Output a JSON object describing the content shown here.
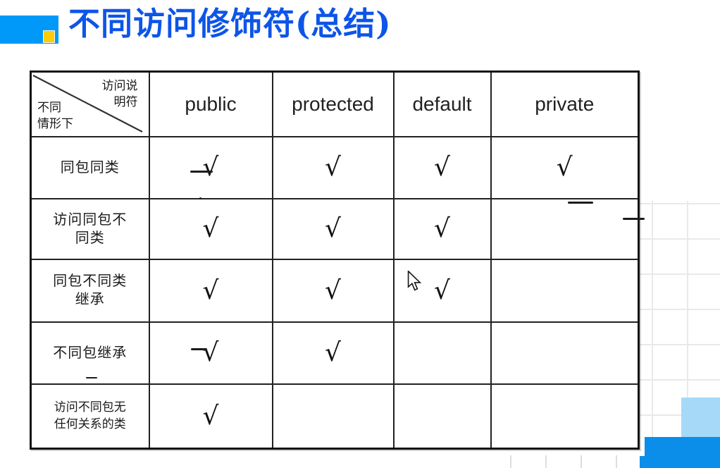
{
  "title": {
    "main": "不同访问修饰符",
    "paren": "(总结)"
  },
  "table": {
    "corner": {
      "top_label": "访问说\n明符",
      "bottom_label": "不同\n情形下"
    },
    "columns": [
      "public",
      "protected",
      "default",
      "private"
    ],
    "check_glyph": "√",
    "rows": [
      {
        "label": "同包同类",
        "label_lines": [
          "同包同类"
        ],
        "checks": [
          true,
          true,
          true,
          true
        ]
      },
      {
        "label": "访问同包不同类",
        "label_lines": [
          "访问同包不",
          "同类"
        ],
        "checks": [
          true,
          true,
          true,
          false
        ]
      },
      {
        "label": "同包不同类继承",
        "label_lines": [
          "同包不同类",
          "继承"
        ],
        "checks": [
          true,
          true,
          true,
          false
        ]
      },
      {
        "label": "不同包继承",
        "label_lines": [
          "不同包继承"
        ],
        "checks": [
          true,
          true,
          false,
          false
        ]
      },
      {
        "label": "访问不同包无任何关系的类",
        "label_lines": [
          "访问不同包无",
          "任何关系的类"
        ],
        "checks": [
          true,
          false,
          false,
          false
        ]
      }
    ]
  },
  "colors": {
    "title_blue": "#0d55e8",
    "bullet_blue": "#0099f8",
    "bullet_yellow": "#ffcc07",
    "accent_dark_blue": "#0a8eea",
    "accent_light_blue": "#a6d9f8",
    "grid_gray": "#e9e9e9"
  }
}
